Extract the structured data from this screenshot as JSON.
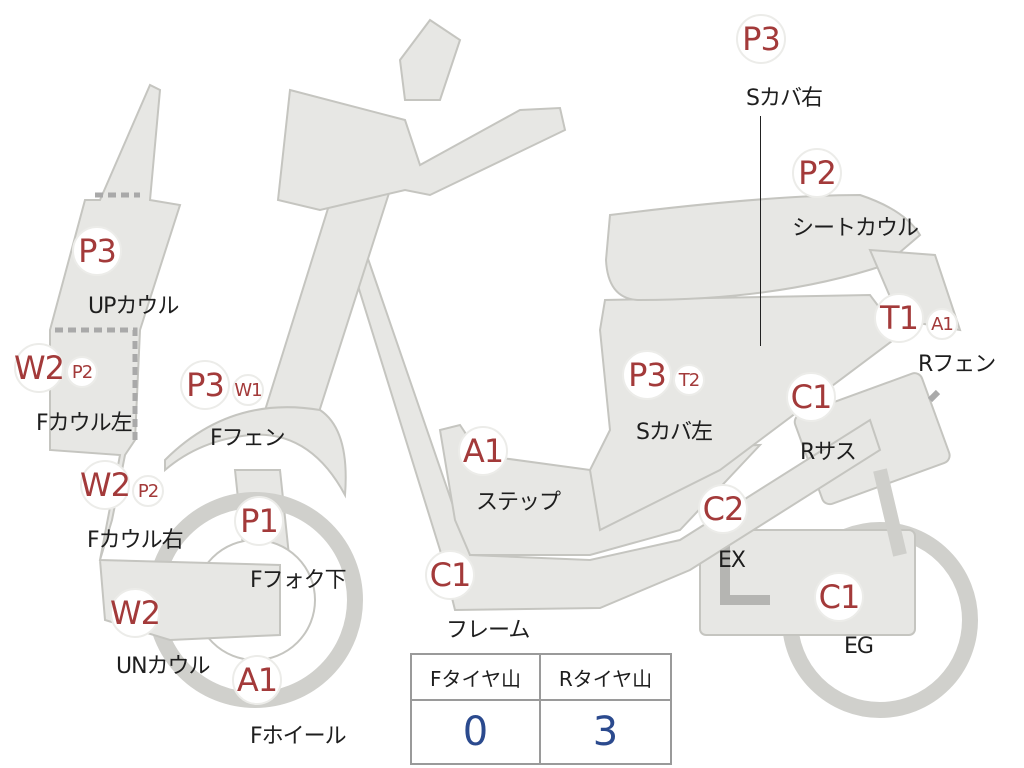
{
  "parts": [
    {
      "key": "up_cowl",
      "grades": [
        "P3"
      ],
      "label": "UPカウル"
    },
    {
      "key": "f_cowl_left",
      "grades": [
        "W2",
        "P2"
      ],
      "label": "Fカウル左"
    },
    {
      "key": "f_cowl_right",
      "grades": [
        "W2",
        "P2"
      ],
      "label": "Fカウル右"
    },
    {
      "key": "un_cowl",
      "grades": [
        "W2"
      ],
      "label": "UNカウル"
    },
    {
      "key": "f_fender",
      "grades": [
        "P3",
        "W1"
      ],
      "label": "Fフェン"
    },
    {
      "key": "f_fork_lower",
      "grades": [
        "P1"
      ],
      "label": "Fフォク下"
    },
    {
      "key": "f_wheel",
      "grades": [
        "A1"
      ],
      "label": "Fホイール"
    },
    {
      "key": "step",
      "grades": [
        "A1"
      ],
      "label": "ステップ"
    },
    {
      "key": "frame",
      "grades": [
        "C1"
      ],
      "label": "フレーム"
    },
    {
      "key": "s_cover_left",
      "grades": [
        "P3",
        "T2"
      ],
      "label": "Sカバ左"
    },
    {
      "key": "s_cover_right",
      "grades": [
        "P3"
      ],
      "label": "Sカバ右"
    },
    {
      "key": "seat_cowl",
      "grades": [
        "P2"
      ],
      "label": "シートカウル"
    },
    {
      "key": "r_fender",
      "grades": [
        "T1",
        "A1"
      ],
      "label": "Rフェン"
    },
    {
      "key": "r_suspension",
      "grades": [
        "C1"
      ],
      "label": "Rサス"
    },
    {
      "key": "exhaust",
      "grades": [
        "C2"
      ],
      "label": "EX"
    },
    {
      "key": "engine",
      "grades": [
        "C1"
      ],
      "label": "EG"
    }
  ],
  "tire_table": {
    "headers": [
      "Fタイヤ山",
      "Rタイヤ山"
    ],
    "values": [
      "0",
      "3"
    ]
  },
  "colors": {
    "grade": "#a33a3a",
    "tire_value": "#2b4a8e",
    "part_fill": "#e7e7e4"
  }
}
